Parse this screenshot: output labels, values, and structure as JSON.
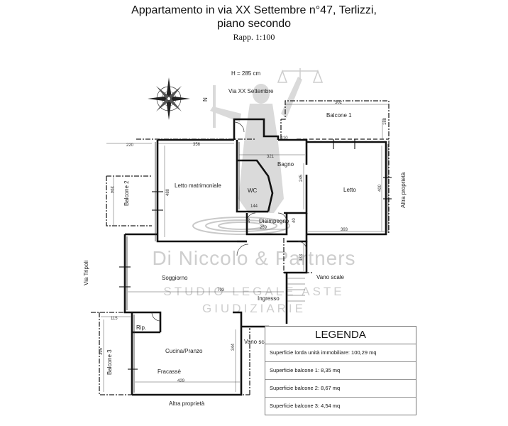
{
  "header": {
    "title_line1": "Appartamento in via XX Settembre n°47, Terlizzi,",
    "title_line2": "piano secondo",
    "scale": "Rapp. 1:100"
  },
  "plan": {
    "height_label": "H = 285 cm",
    "street_labels": {
      "top": "Via XX Settembre",
      "left": "Via Tripoli",
      "right": "Altra proprietà",
      "bottom": "Altra proprietà"
    },
    "rooms": {
      "balcone1": "Balcone 1",
      "balcone2": "Balcone 2",
      "balcone3": "Balcone 3",
      "letto_matrimoniale": "Letto matrimoniale",
      "letto": "Letto",
      "bagno": "Bagno",
      "wc": "WC",
      "disimpegno": "Disimpegno",
      "soggiorno": "Soggiorno",
      "ingresso": "Ingresso",
      "vano_scale_right": "Vano scale",
      "vano_scale_bottom": "Vano scale",
      "cucina": "Cucina/Pranzo",
      "rip": "Rip.",
      "fracasse": "Fracassè"
    },
    "dimensions": [
      "502",
      "188",
      "220",
      "356",
      "110",
      "321",
      "394",
      "480",
      "245",
      "400",
      "144",
      "40",
      "259",
      "393",
      "383",
      "793",
      "115",
      "395",
      "344",
      "429",
      "36"
    ]
  },
  "watermark": {
    "company": "Di Niccolo & Partners",
    "line2": "STUDIO LEGALE ASTE",
    "line3": "GIUDIZIARIE"
  },
  "compass": {
    "north": "N"
  },
  "legend": {
    "title": "LEGENDA",
    "rows": [
      "Superficie lorda unità immobiliare: 100,29 mq",
      "Superficie balcone 1: 8,35 mq",
      "Superficie balcone 2: 8,67 mq",
      "Superficie balcone 3: 4,54 mq"
    ]
  }
}
